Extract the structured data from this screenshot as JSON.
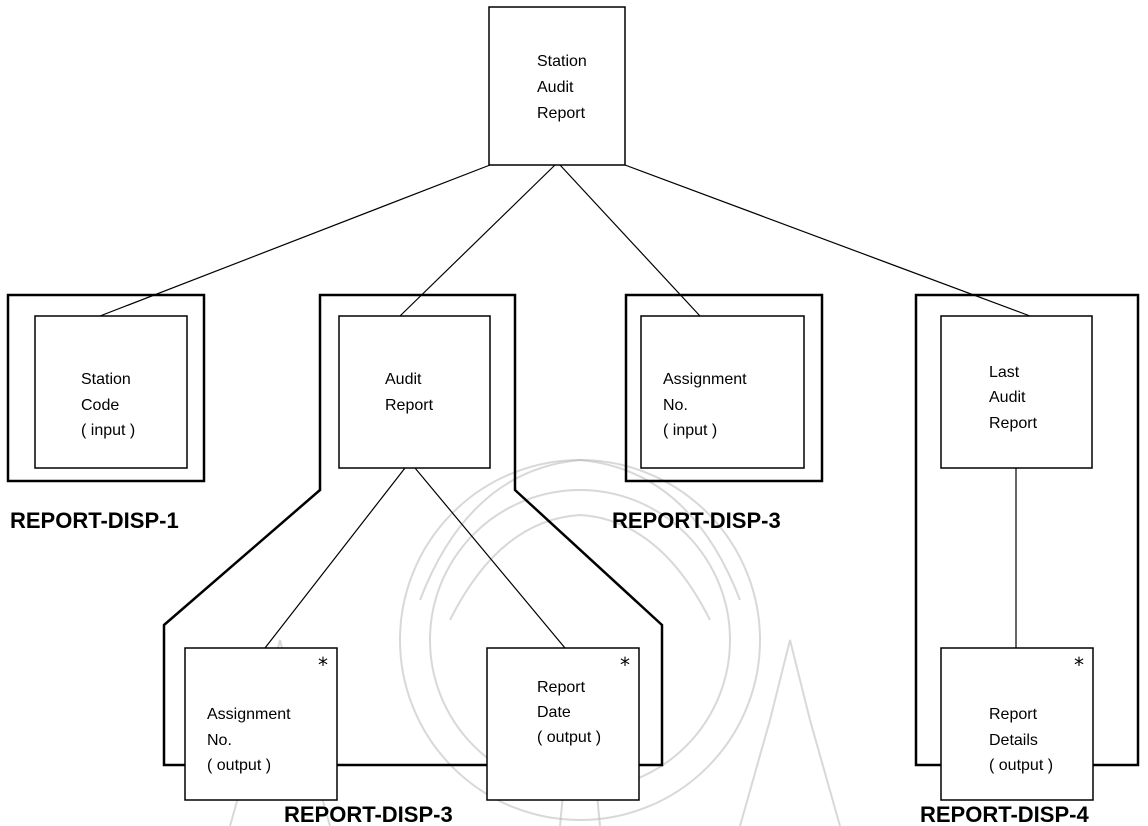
{
  "root": {
    "lines": [
      "Station",
      "Audit",
      "Report"
    ]
  },
  "nodes": {
    "station_code": {
      "lines": [
        "Station",
        "Code",
        "( input )"
      ]
    },
    "audit_report": {
      "lines": [
        "Audit",
        "Report"
      ]
    },
    "assignment_no_input": {
      "lines": [
        "Assignment",
        "No.",
        "( input )"
      ]
    },
    "last_audit_report": {
      "lines": [
        "Last",
        "Audit",
        "Report"
      ]
    },
    "assignment_no_output": {
      "lines": [
        "Assignment",
        "No.",
        "( output )"
      ],
      "marker": "*"
    },
    "report_date": {
      "lines": [
        "Report",
        "Date",
        "( output )"
      ],
      "marker": "*"
    },
    "report_details": {
      "lines": [
        "Report",
        "Details",
        "( output )"
      ],
      "marker": "*"
    }
  },
  "groups": {
    "disp1": "REPORT-DISP-1",
    "disp3_lower": "REPORT-DISP-3",
    "disp3_upper": "REPORT-DISP-3",
    "disp4": "REPORT-DISP-4"
  }
}
